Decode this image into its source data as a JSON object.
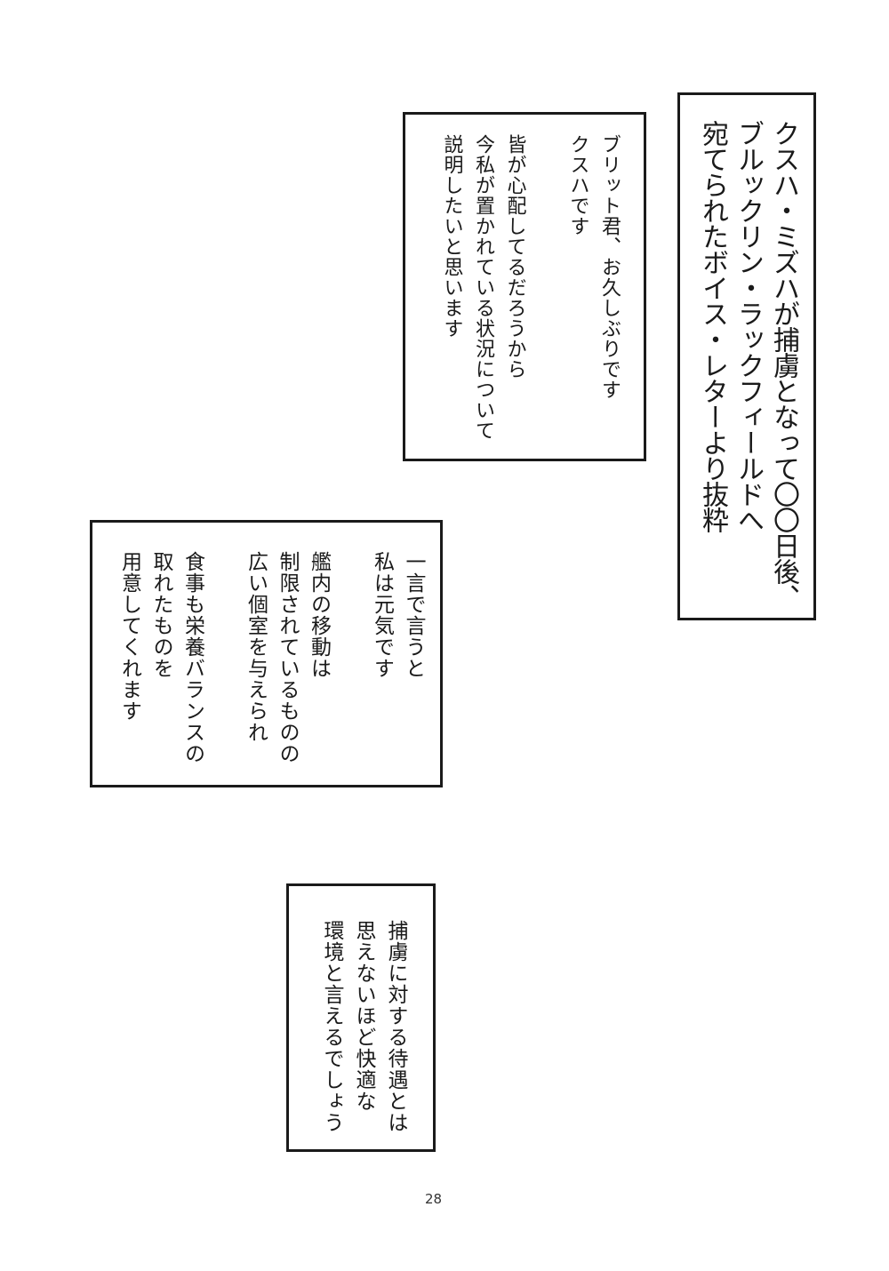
{
  "title_box": {
    "lines": [
      "クスハ・ミズハが捕虜となって〇〇日後、",
      "ブルックリン・ラックフィールドへ",
      "宛てられたボイス・レターより抜粋"
    ]
  },
  "box_greeting": {
    "lines": [
      "ブリット君、お久しぶりです",
      "クスハです",
      "皆が心配してるだろうから",
      "今私が置かれている状況について",
      "説明したいと思います"
    ]
  },
  "box_status": {
    "lines": [
      "一言で言うと",
      "私は元気です",
      "艦内の移動は",
      "制限されているものの",
      "広い個室を与えられ",
      "食事も栄養バランスの",
      "取れたものを",
      "用意してくれます"
    ]
  },
  "box_conclusion": {
    "lines": [
      "捕虜に対する待遇とは",
      "思えないほど快適な",
      "環境と言えるでしょう"
    ]
  },
  "page_number": "28"
}
